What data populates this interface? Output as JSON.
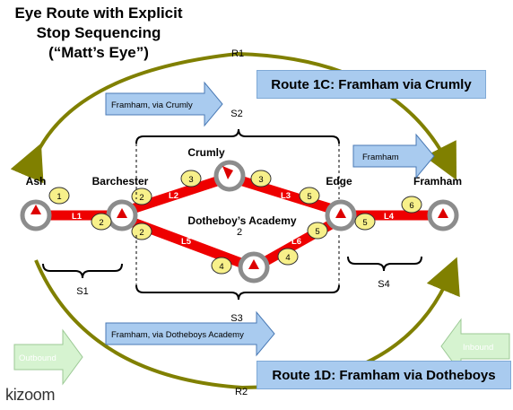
{
  "title": {
    "line1": "Eye Route with Explicit",
    "line2": "Stop Sequencing",
    "line3": "(“Matt’s Eye”)"
  },
  "routes": {
    "r1_label": "R1",
    "r2_label": "R2",
    "route_1c": "Route 1C: Framham via Crumly",
    "route_1d": "Route 1D: Framham via Dotheboys"
  },
  "stops": {
    "ash": "Ash",
    "barchester": "Barchester",
    "crumly": "Crumly",
    "edge": "Edge",
    "framham": "Framham",
    "dotheboys": "Dotheboy’s Academy",
    "dotheboys_num": "2"
  },
  "legs": [
    "L1",
    "L2",
    "L3",
    "L4",
    "L5",
    "L6"
  ],
  "sequence_numbers": {
    "ash": "1",
    "barchester_left": "2",
    "barchester_up": "2",
    "barchester_down": "2",
    "crumly_left": "3",
    "crumly_right": "3",
    "edge_up": "5",
    "edge_down": "5",
    "dotheboys_left": "4",
    "dotheboys_right": "4",
    "edge_right": "5",
    "framham": "6"
  },
  "segments": {
    "s1": "S1",
    "s2": "S2",
    "s3": "S3",
    "s4": "S4"
  },
  "arrows": {
    "via_crumly": "Framham, via Crumly",
    "framham": "Framham",
    "via_dotheboys": "Framham, via Dotheboys Academy",
    "outbound": "Outbound",
    "inbound": "Inbound"
  },
  "logo": "kizoom",
  "colors": {
    "route_line": "#ee0000",
    "stop_ring": "#8c8c8c",
    "stop_pin": "#dd0000",
    "number_oval": "#f7f08a",
    "loop_arc": "#808000",
    "arrow_blue": "#a9cbef",
    "arrow_green": "#d6f3d0"
  }
}
